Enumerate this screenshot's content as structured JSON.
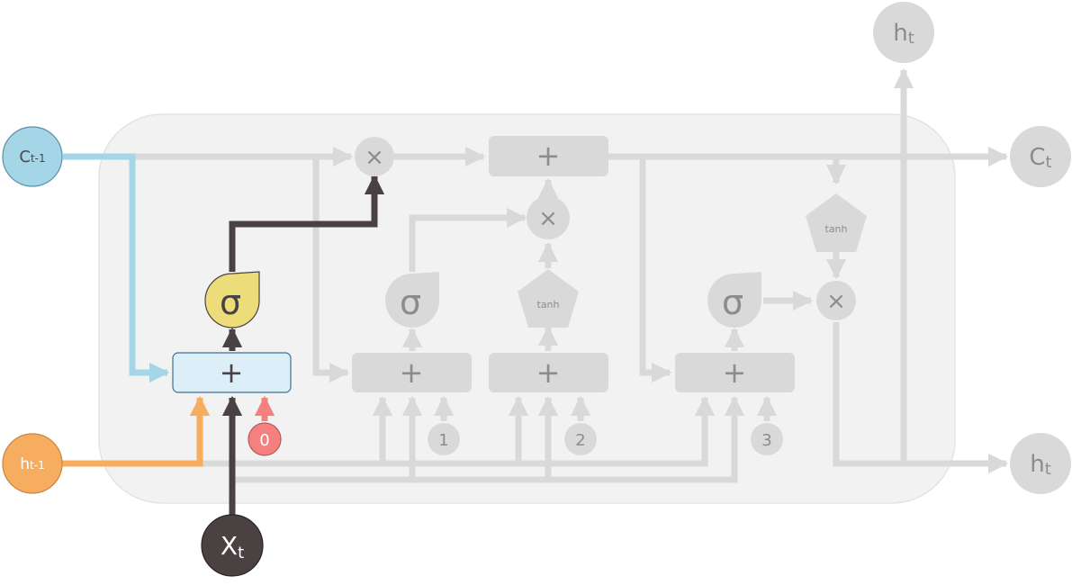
{
  "inputs": {
    "c_prev": {
      "label": "C",
      "sub": "t-1"
    },
    "h_prev": {
      "label": "h",
      "sub": "t-1"
    },
    "x_t": {
      "label": "X",
      "sub": "t"
    }
  },
  "outputs": {
    "c_t": {
      "label": "C",
      "sub": "t"
    },
    "h_t_top": {
      "label": "h",
      "sub": "t"
    },
    "h_t_right": {
      "label": "h",
      "sub": "t"
    }
  },
  "ops": {
    "plus": "+",
    "times": "×",
    "sigma": "σ",
    "tanh": "tanh"
  },
  "gate_indices": [
    "0",
    "1",
    "2",
    "3"
  ],
  "colors": {
    "cell_bg": "#f2f2f2",
    "cell_border": "#e3e3e3",
    "inactive": "#d9d9d9",
    "inactive_text": "#8c8c8c",
    "c_prev": "#a4d6e8",
    "h_prev": "#f7ad60",
    "x_t": "#4a4242",
    "gate0_bias": "#f58080",
    "sigma_active": "#ecdd7a",
    "plus_active_fill": "#dceef7",
    "plus_active_border": "#3f6f95"
  }
}
